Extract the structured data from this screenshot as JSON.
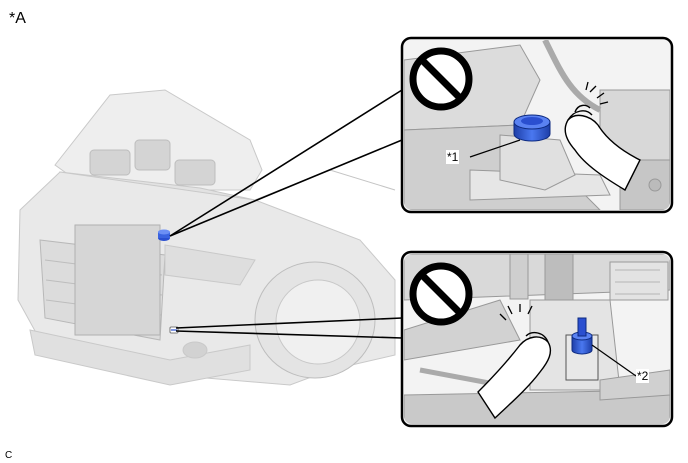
{
  "figure_label": "*A",
  "corner_code": "C",
  "callouts": [
    {
      "id": "1",
      "text": "*1"
    },
    {
      "id": "2",
      "text": "*2"
    }
  ],
  "icons": {
    "prohibition": "prohibition-icon",
    "reservoir_cap": "reservoir-cap-icon",
    "hand": "hand-icon"
  },
  "colors": {
    "cap_blue": "#2a4fd0",
    "line": "#000000",
    "car_body": "#e6e6e6",
    "detail_gray": "#b9b9b9"
  }
}
